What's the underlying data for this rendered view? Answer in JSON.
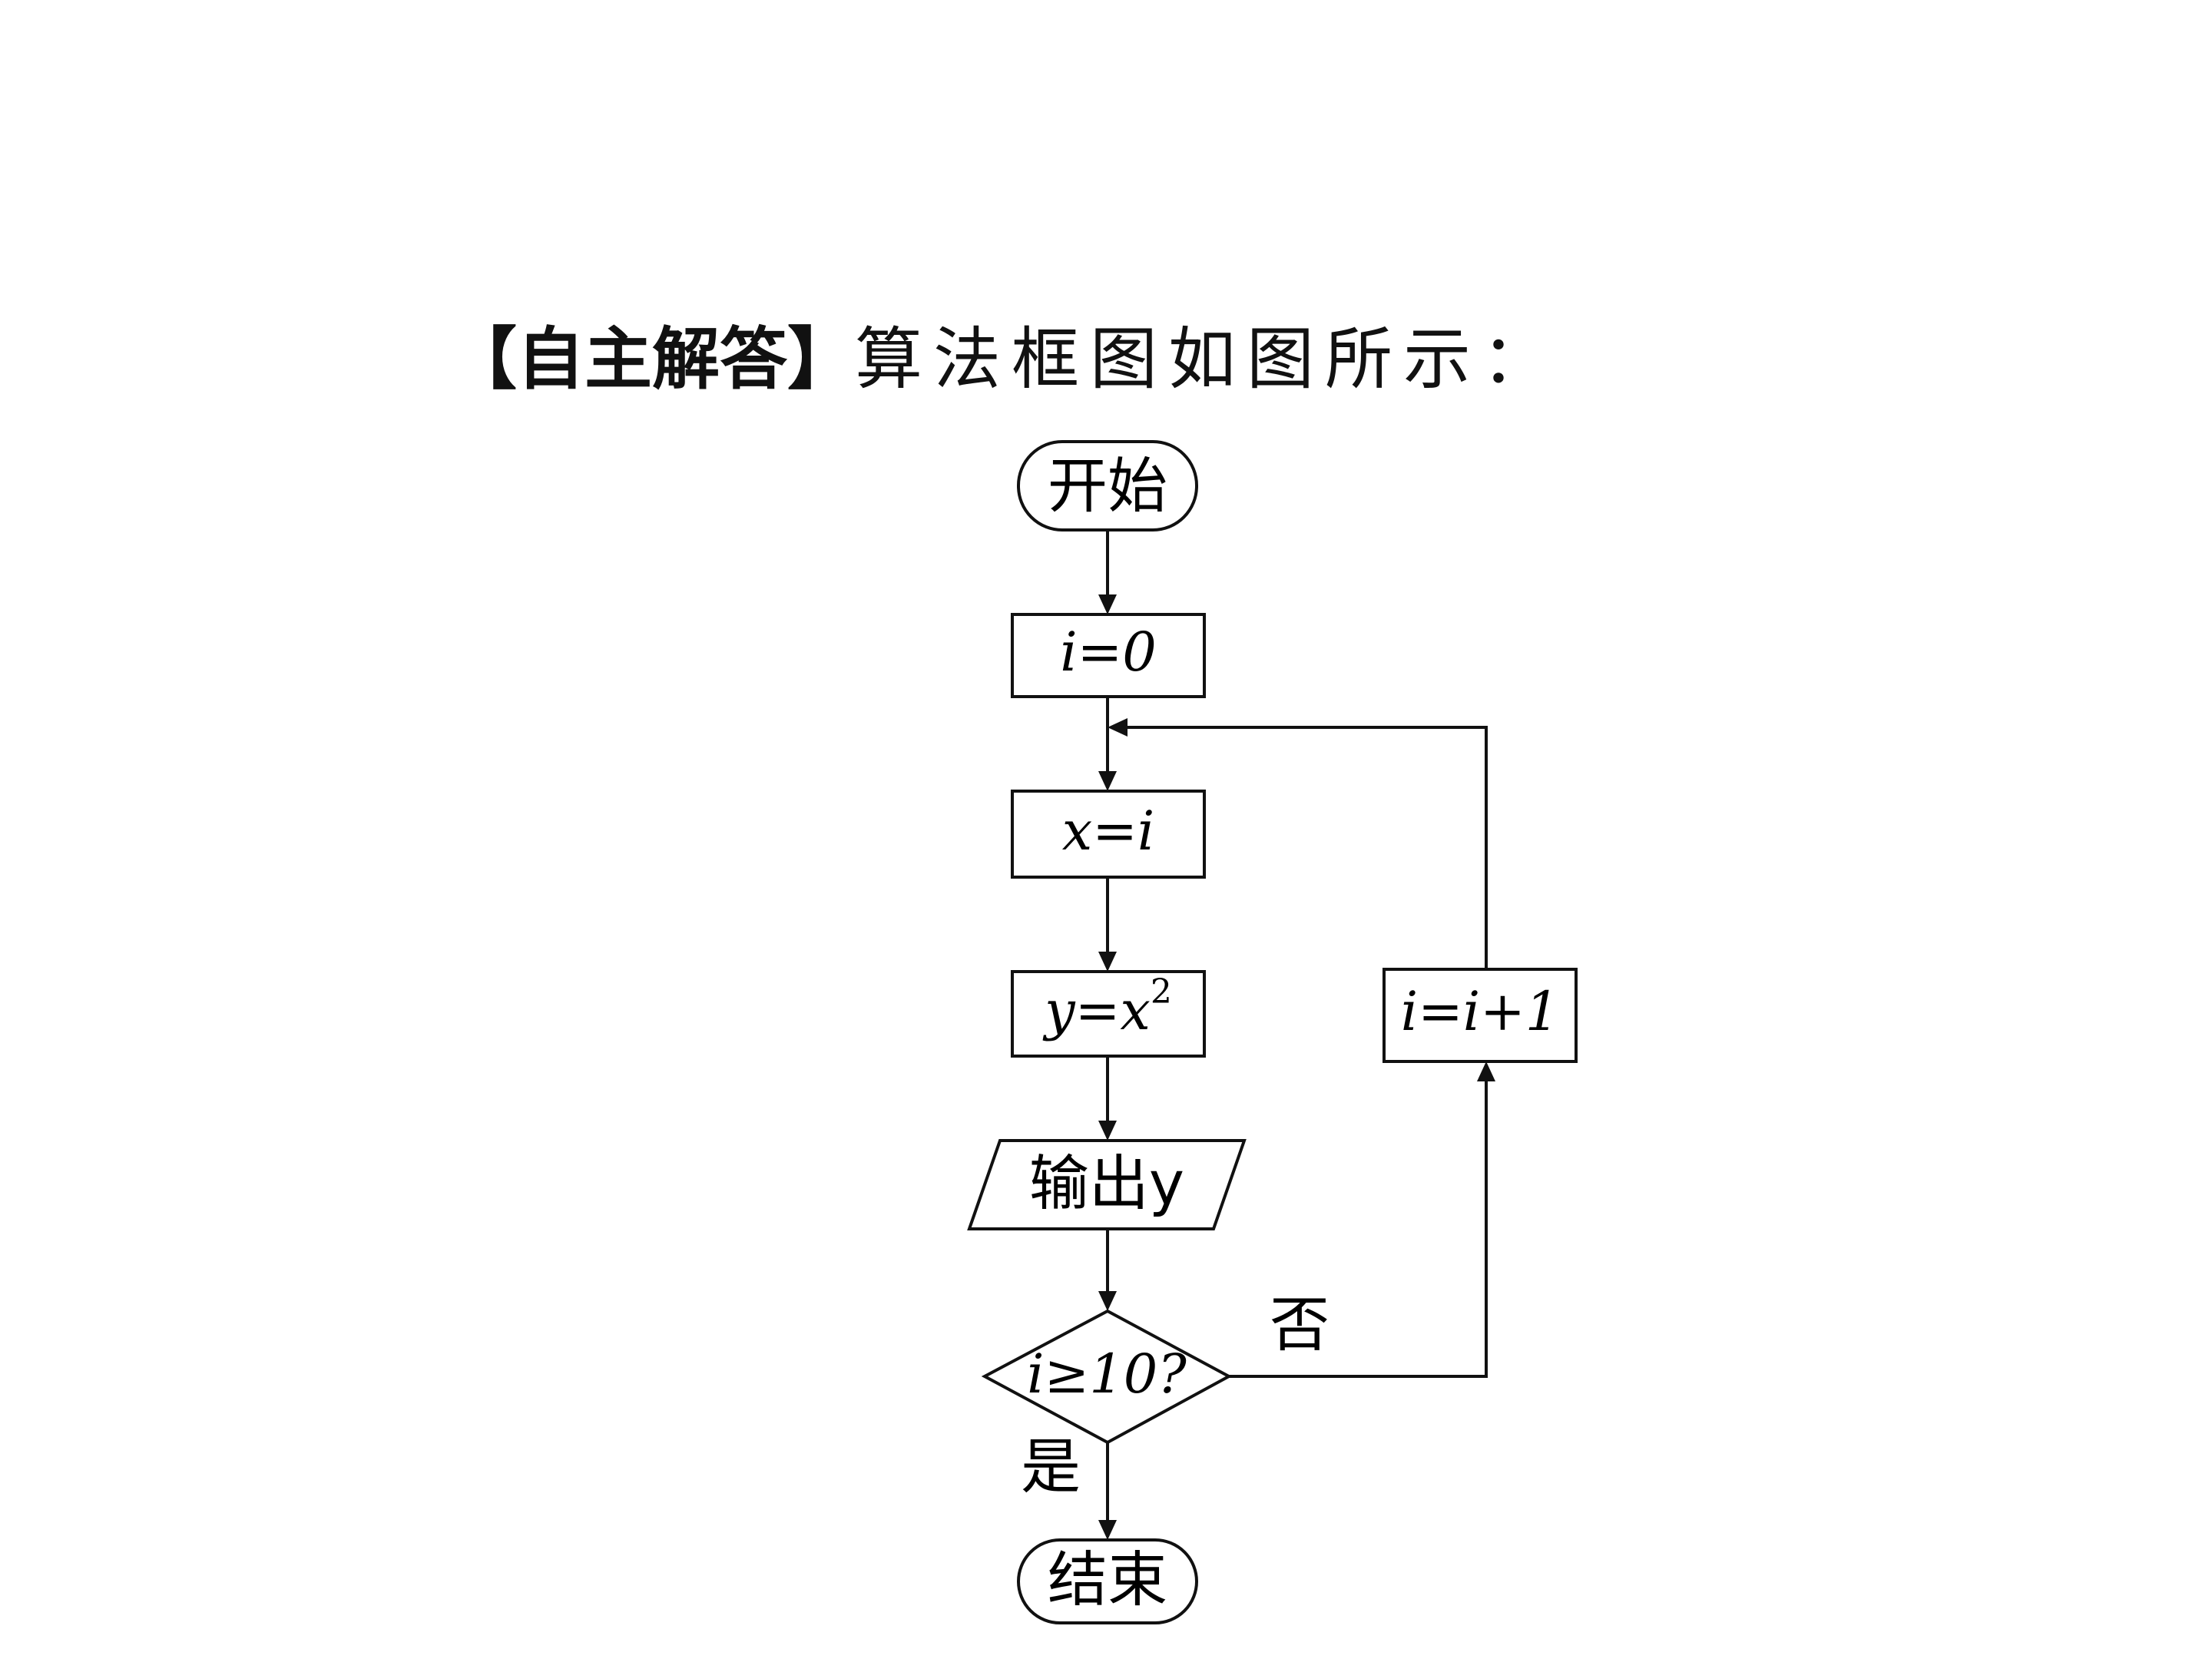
{
  "heading": {
    "label": "【自主解答】",
    "description": "算法框图如图所示："
  },
  "flowchart": {
    "start": "开始",
    "init": "i=0",
    "assign_x": "x=i",
    "compute_y_prefix": "y=x",
    "compute_y_exponent": "2",
    "output": "输出y",
    "condition": "i≥10?",
    "increment": "i=i+1",
    "no_label": "否",
    "yes_label": "是",
    "end": "结束"
  }
}
